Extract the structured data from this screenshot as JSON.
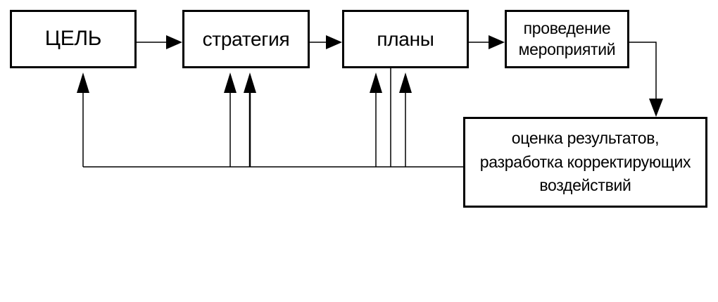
{
  "diagram": {
    "nodes": {
      "goal": {
        "label": "ЦЕЛЬ"
      },
      "strategy": {
        "label": "стратегия"
      },
      "plans": {
        "label": "планы"
      },
      "activities": {
        "lines": [
          "проведение",
          "мероприятий"
        ]
      },
      "evaluation": {
        "lines": [
          "оценка результатов,",
          "разработка корректирующих",
          "воздействий"
        ]
      }
    },
    "edges": [
      {
        "from": "goal",
        "to": "strategy"
      },
      {
        "from": "strategy",
        "to": "plans"
      },
      {
        "from": "plans",
        "to": "activities"
      },
      {
        "from": "activities",
        "to": "evaluation"
      },
      {
        "from": "evaluation",
        "to": "goal"
      },
      {
        "from": "evaluation",
        "to": "strategy"
      },
      {
        "from": "evaluation",
        "to": "strategy"
      },
      {
        "from": "evaluation",
        "to": "plans"
      },
      {
        "from": "evaluation",
        "to": "plans"
      }
    ]
  }
}
